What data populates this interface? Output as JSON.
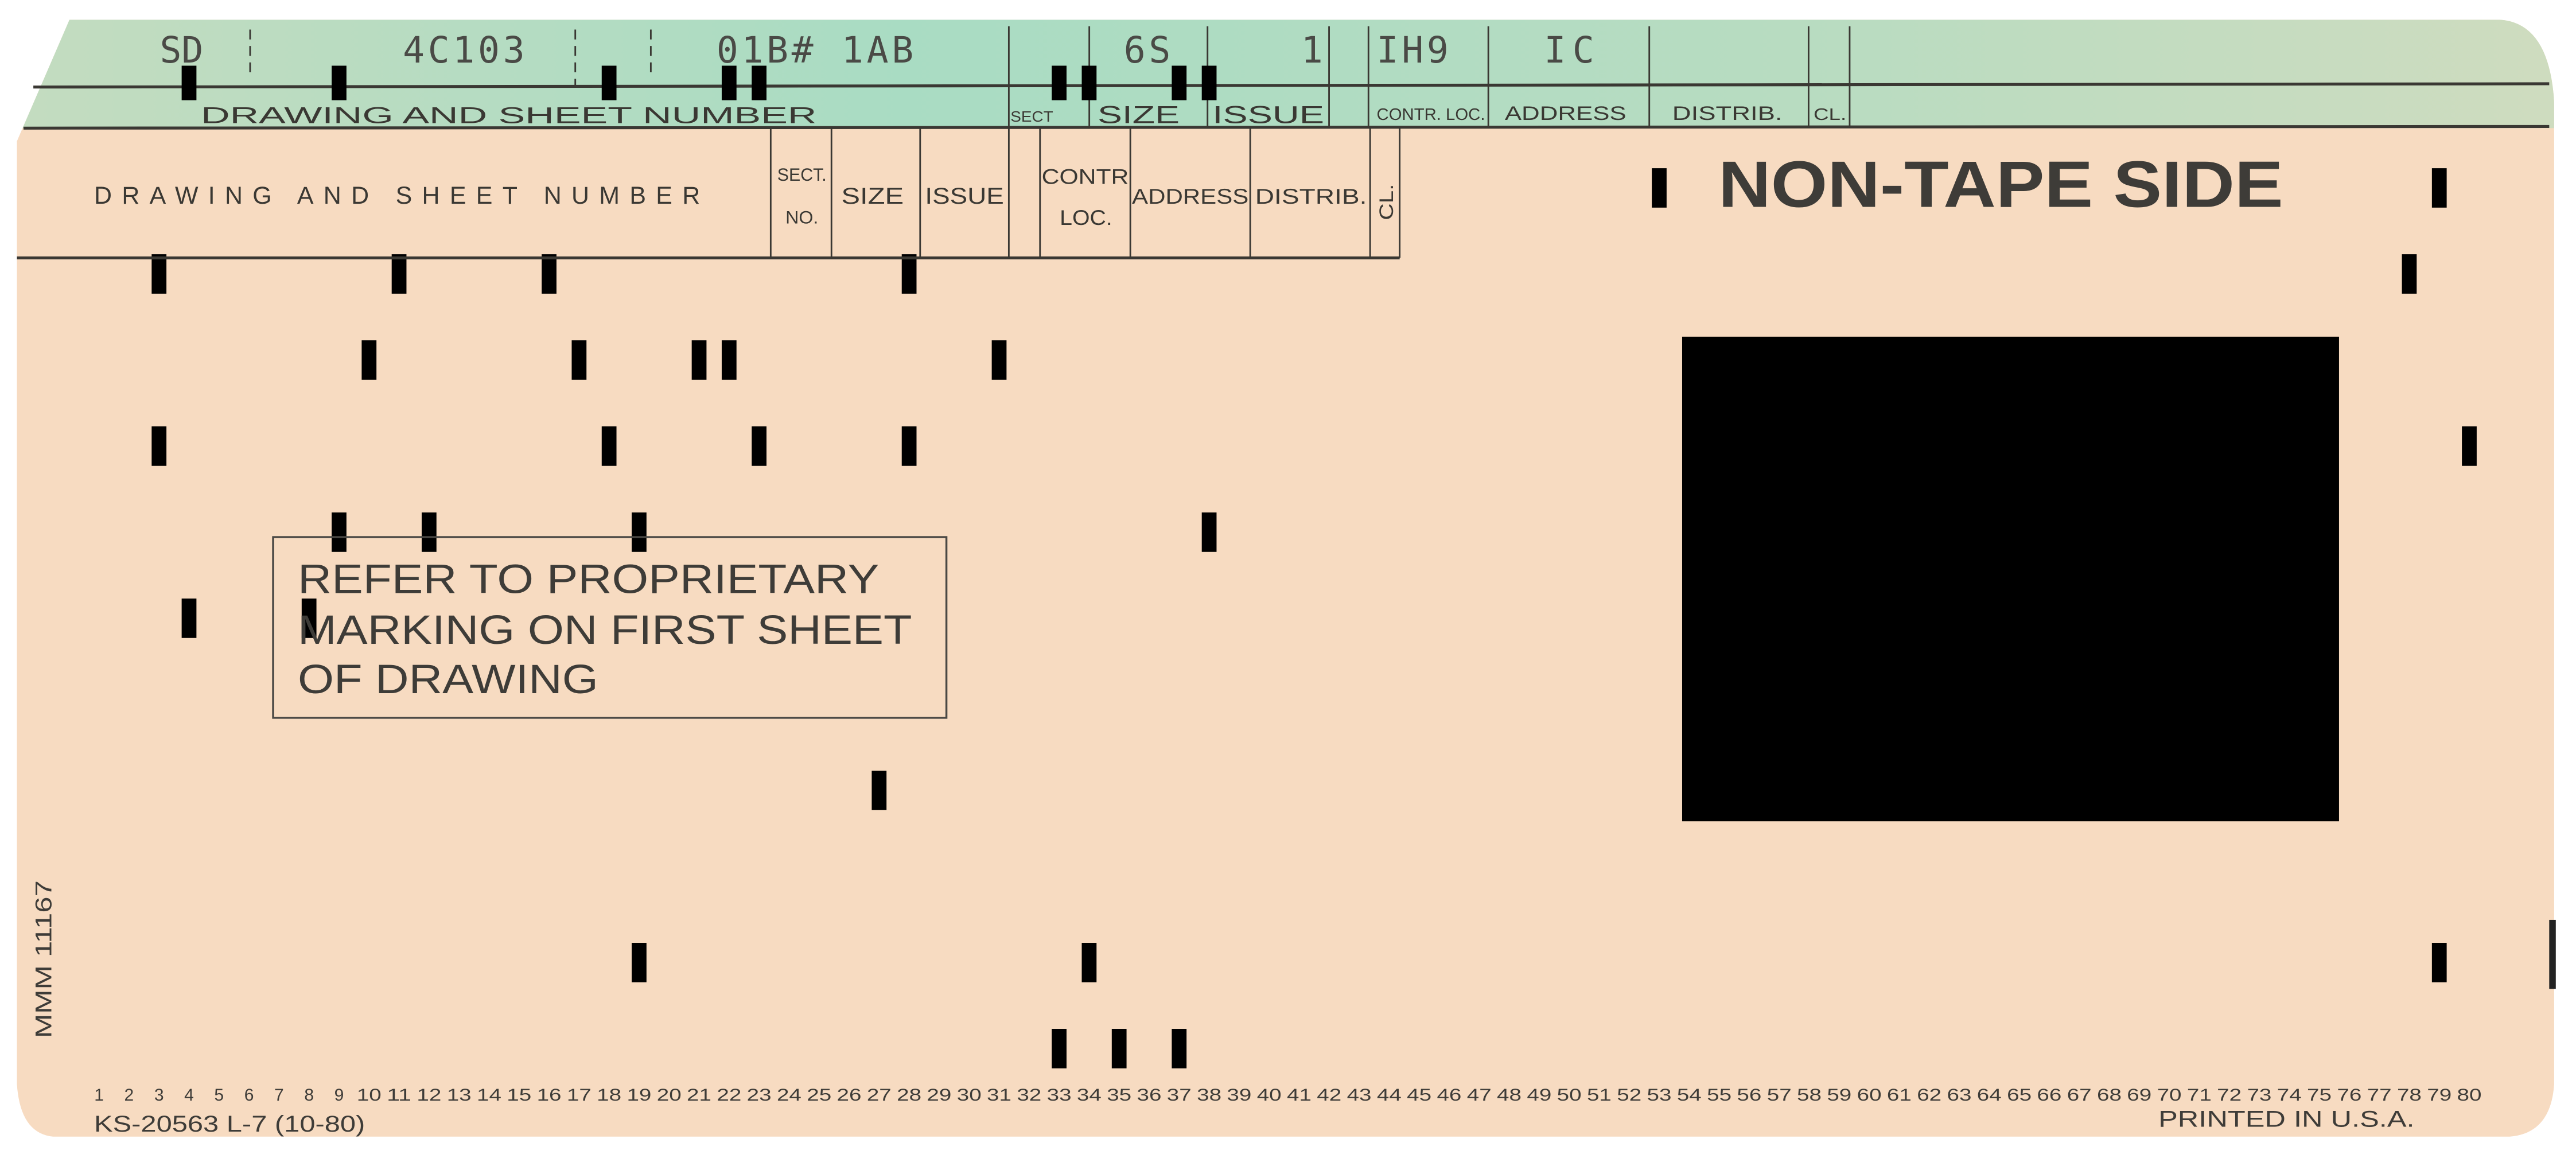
{
  "colors": {
    "card": "#f7dbc1",
    "band": "#b3dcc3",
    "ink": "#3a3833",
    "punch": "#000000",
    "aperture": "#000000"
  },
  "typed_fields": {
    "prefix": "SD",
    "drawing_main": "4C103",
    "drawing_sheet": "01B# 1AB",
    "size": "6S",
    "issue": "1",
    "contr_loc": "IH9",
    "address": "IC"
  },
  "band_labels": {
    "drawing_and_sheet_number": "DRAWING AND SHEET NUMBER",
    "sect": "SECT",
    "size": "SIZE",
    "issue": "ISSUE",
    "contr_loc": "CONTR. LOC.",
    "address": "ADDRESS",
    "distrib": "DISTRIB.",
    "cl": "CL."
  },
  "header_labels": {
    "drawing_and_sheet_number": "DRAWING AND SHEET NUMBER",
    "sect_1": "SECT.",
    "sect_2": "NO.",
    "size": "SIZE",
    "issue": "ISSUE",
    "contr_1": "CONTR",
    "contr_2": "LOC.",
    "address": "ADDRESS",
    "distrib": "DISTRIB.",
    "cl": "CL."
  },
  "side_label": "NON-TAPE SIDE",
  "notice": {
    "line1": "REFER TO PROPRIETARY",
    "line2": "MARKING ON FIRST SHEET",
    "line3": "OF DRAWING"
  },
  "side_code": "MMM 11167",
  "form_number": "KS-20563 L-7 (10-80)",
  "printed_in": "PRINTED IN U.S.A.",
  "column_count": 80,
  "punch_rows": [
    "12",
    "11",
    "0",
    "1",
    "2",
    "3",
    "4",
    "5",
    "6",
    "7",
    "8",
    "9"
  ],
  "punches": [
    {
      "column": 4,
      "row": "12"
    },
    {
      "column": 9,
      "row": "12"
    },
    {
      "column": 18,
      "row": "12"
    },
    {
      "column": 22,
      "row": "12"
    },
    {
      "column": 23,
      "row": "12"
    },
    {
      "column": 33,
      "row": "12"
    },
    {
      "column": 34,
      "row": "12"
    },
    {
      "column": 37,
      "row": "12"
    },
    {
      "column": 38,
      "row": "12"
    },
    {
      "column": 53,
      "row": "11"
    },
    {
      "column": 79,
      "row": "11"
    },
    {
      "column": 3,
      "row": "0"
    },
    {
      "column": 11,
      "row": "0"
    },
    {
      "column": 16,
      "row": "0"
    },
    {
      "column": 28,
      "row": "0"
    },
    {
      "column": 78,
      "row": "0"
    },
    {
      "column": 10,
      "row": "1"
    },
    {
      "column": 17,
      "row": "1"
    },
    {
      "column": 21,
      "row": "1"
    },
    {
      "column": 22,
      "row": "1"
    },
    {
      "column": 31,
      "row": "1"
    },
    {
      "column": 3,
      "row": "2"
    },
    {
      "column": 18,
      "row": "2"
    },
    {
      "column": 23,
      "row": "2"
    },
    {
      "column": 28,
      "row": "2"
    },
    {
      "column": 80,
      "row": "2"
    },
    {
      "column": 9,
      "row": "3"
    },
    {
      "column": 12,
      "row": "3"
    },
    {
      "column": 19,
      "row": "3"
    },
    {
      "column": 38,
      "row": "3"
    },
    {
      "column": 4,
      "row": "4"
    },
    {
      "column": 8,
      "row": "4"
    },
    {
      "column": 27,
      "row": "6"
    },
    {
      "column": 19,
      "row": "8"
    },
    {
      "column": 34,
      "row": "8"
    },
    {
      "column": 79,
      "row": "8"
    },
    {
      "column": 33,
      "row": "9"
    },
    {
      "column": 35,
      "row": "9"
    },
    {
      "column": 37,
      "row": "9"
    }
  ]
}
